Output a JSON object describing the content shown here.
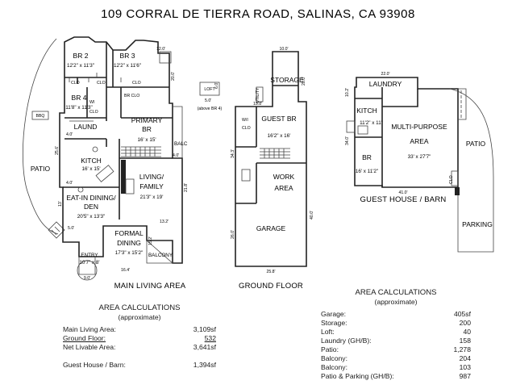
{
  "title": "109 CORRAL DE TIERRA ROAD, SALINAS, CA 93908",
  "plans": {
    "main": {
      "label": "MAIN LIVING AREA",
      "rooms": {
        "br2": [
          "BR 2",
          "12'2\" x 11'3\""
        ],
        "br3": [
          "BR 3",
          "12'2\" x 11'6\""
        ],
        "br4": [
          "BR 4",
          "11'8\" x 11'3\""
        ],
        "primary": [
          "PRIMARY",
          "BR",
          "16' x 15'"
        ],
        "laund": "LAUND",
        "kitch": [
          "KITCH",
          "16' x 15'"
        ],
        "living": [
          "LIVING/",
          "FAMILY",
          "21'3\" x 19'"
        ],
        "dining": [
          "EAT-IN DINING/",
          "DEN",
          "20'5\" x 13'3\""
        ],
        "formal": [
          "FORMAL",
          "DINING",
          "17'3\" x 15'2\""
        ],
        "entry": [
          "ENTRY",
          "10'7\" x 8'"
        ],
        "balc1": "BALC",
        "balcony": "BALCONY",
        "patio": "PATIO",
        "bbq": "BBQ",
        "clo": "CLO",
        "wi": "WI",
        "brclo": "BR CLO",
        "loft": [
          "LOFT",
          "(above BR 4)"
        ]
      },
      "dims": [
        "12.0'",
        "20.0'",
        "4.0'",
        "25.6'",
        "4.0'",
        "4.0'",
        "13'",
        "5.0'",
        "21.8'",
        "13.2'",
        "16.4'",
        "9.0'",
        "5.0'",
        "6.0'",
        "15.2'"
      ]
    },
    "ground": {
      "label": "GROUND FLOOR",
      "rooms": {
        "storage": "STORAGE",
        "guest": [
          "GUEST BR",
          "16'2\" x 16'"
        ],
        "work": [
          "WORK",
          "AREA"
        ],
        "garage": "GARAGE",
        "wi": "W/I",
        "clo": "CLO",
        "utility": "UTILITY"
      },
      "dims": [
        "10.0'",
        "20.0'",
        "13.8'",
        "34.3'",
        "26.0'",
        "40.0'",
        "25.8'"
      ]
    },
    "guest": {
      "label": "GUEST HOUSE / BARN",
      "rooms": {
        "laundry": "LAUNDRY",
        "kitch": [
          "KITCH",
          "11'2\" x 11'"
        ],
        "multi": [
          "MULTI-PURPOSE",
          "AREA",
          "33' x 27'7\""
        ],
        "br": [
          "BR",
          "16' x 11'2\""
        ],
        "patio": "PATIO",
        "parking": "PARKING",
        "clo": "CLO"
      },
      "dims": [
        "22.0'",
        "34.0'",
        "41.0'",
        "10.2'"
      ]
    }
  },
  "calc_left": {
    "heading": "AREA CALCULATIONS",
    "sub": "(approximate)",
    "rows": [
      [
        "Main Living Area:",
        "3,109sf"
      ],
      [
        "Ground Floor:",
        "532"
      ],
      [
        "Net Livable Area:",
        "3,641sf"
      ],
      [
        "Guest House /  Barn:",
        "1,394sf"
      ]
    ]
  },
  "calc_right": {
    "heading": "AREA CALCULATIONS",
    "sub": "(approximate)",
    "rows": [
      [
        "Garage:",
        "405sf"
      ],
      [
        "Storage:",
        "200"
      ],
      [
        "Loft:",
        "40"
      ],
      [
        "Laundry (GH/B):",
        "158"
      ],
      [
        "Patio:",
        "1,278"
      ],
      [
        "Balcony:",
        "204"
      ],
      [
        "Balcony:",
        "103"
      ],
      [
        "Patio & Parking (GH/B):",
        "987"
      ]
    ]
  }
}
